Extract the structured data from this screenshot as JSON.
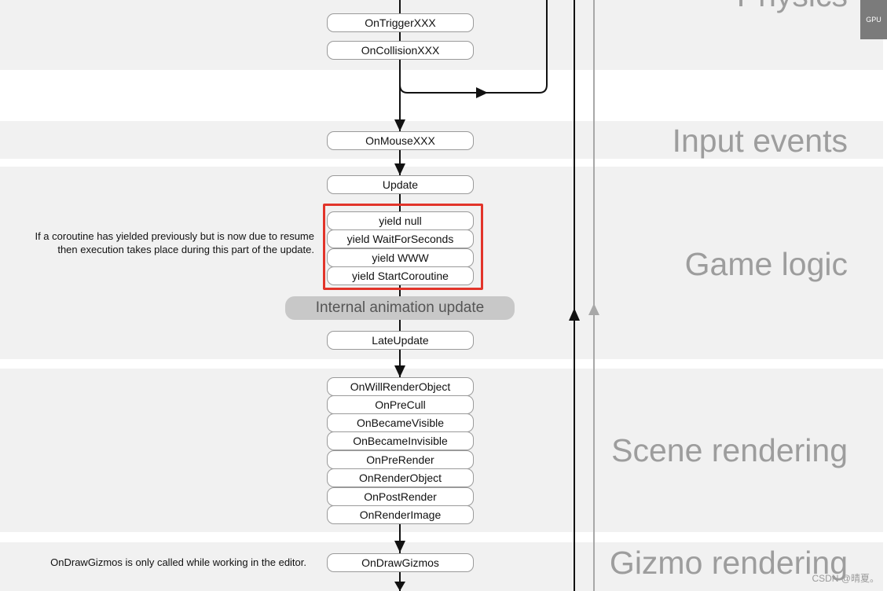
{
  "bands": [
    {
      "title": "Physics"
    },
    {
      "title": ""
    },
    {
      "title": "Input events"
    },
    {
      "title": "Game logic"
    },
    {
      "title": "Scene rendering"
    },
    {
      "title": "Gizmo rendering"
    }
  ],
  "nodes": {
    "on_trigger": "OnTriggerXXX",
    "on_collision": "OnCollisionXXX",
    "on_mouse": "OnMouseXXX",
    "update": "Update",
    "yield_null": "yield null",
    "yield_wait": "yield WaitForSeconds",
    "yield_www": "yield WWW",
    "yield_start": "yield StartCoroutine",
    "late_update": "LateUpdate",
    "on_will_render_object": "OnWillRenderObject",
    "on_pre_cull": "OnPreCull",
    "on_became_visible": "OnBecameVisible",
    "on_became_invisible": "OnBecameInvisible",
    "on_pre_render": "OnPreRender",
    "on_render_object": "OnRenderObject",
    "on_post_render": "OnPostRender",
    "on_render_image": "OnRenderImage",
    "on_draw_gizmos": "OnDrawGizmos"
  },
  "internal_animation_update": "Internal animation update",
  "notes": {
    "coroutine": "If a coroutine has yielded previously but is now due to resume then execution takes place during this part of the update.",
    "gizmos": "OnDrawGizmos is only called while working in the editor."
  },
  "gpu_label": "GPU",
  "watermark": "CSDN @晴夏。",
  "colors": {
    "band": "#f1f1f1",
    "highlight": "#e2342a",
    "title": "#9d9d9d"
  }
}
